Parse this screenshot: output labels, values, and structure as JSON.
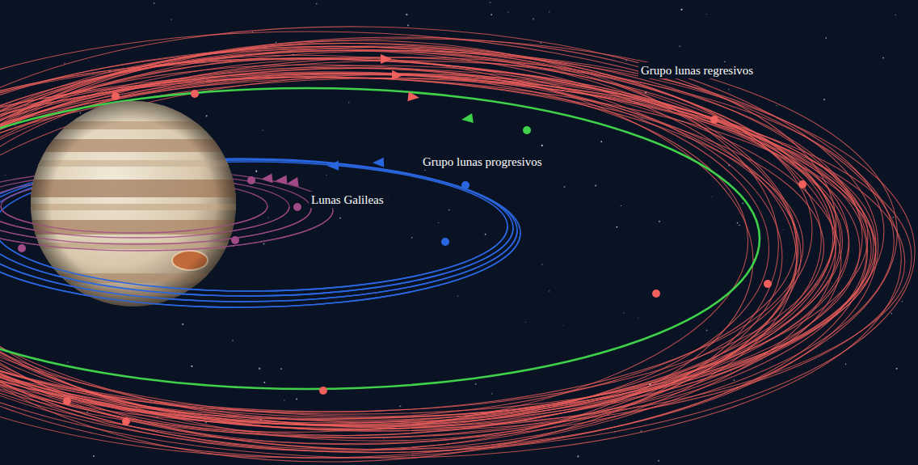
{
  "diagram": {
    "labels": [
      "Grupo lunas regresivos",
      "Grupo lunas progresivos",
      "Lunas Galileas"
    ]
  }
}
